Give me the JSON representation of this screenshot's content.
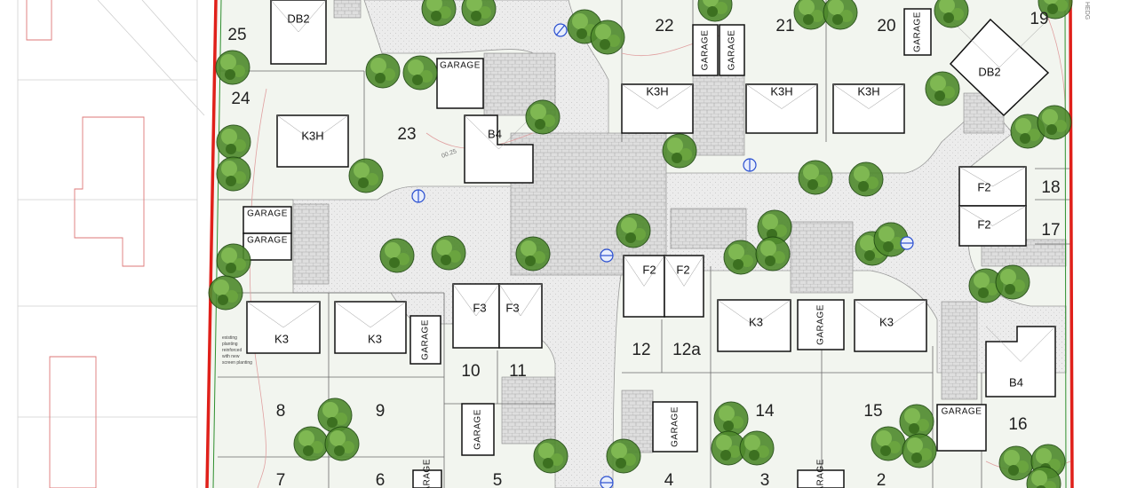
{
  "site_plan": {
    "houses": [
      {
        "code": "DB2"
      },
      {
        "code": "K3H"
      },
      {
        "code": "B4"
      },
      {
        "code": "K3H"
      },
      {
        "code": "K3H"
      },
      {
        "code": "K3H"
      },
      {
        "code": "DB2"
      },
      {
        "code": "F2"
      },
      {
        "code": "F2"
      },
      {
        "code": "K3"
      },
      {
        "code": "K3"
      },
      {
        "code": "F3"
      },
      {
        "code": "F3"
      },
      {
        "code": "F2"
      },
      {
        "code": "F2"
      },
      {
        "code": "K3"
      },
      {
        "code": "K3"
      },
      {
        "code": "B4"
      }
    ],
    "garage_label": "GARAGE",
    "plots": [
      "25",
      "24",
      "23",
      "22",
      "21",
      "20",
      "19",
      "18",
      "17",
      "8",
      "9",
      "10",
      "11",
      "12",
      "12a",
      "14",
      "15",
      "16",
      "7",
      "6",
      "5",
      "4",
      "3",
      "2"
    ],
    "notes": {
      "planting": [
        "existing",
        "planting",
        "reinforced",
        "with new",
        "screen planting"
      ],
      "edge_text": "HEDG",
      "level": "00.25"
    }
  }
}
